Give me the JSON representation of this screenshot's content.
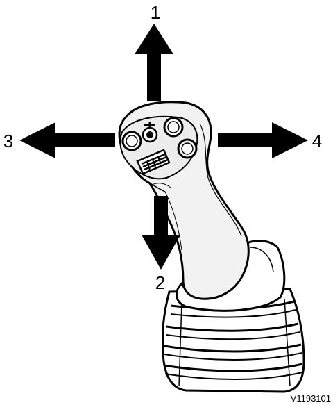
{
  "figure": {
    "labels": {
      "up": "1",
      "down": "2",
      "left": "3",
      "right": "4"
    },
    "reference_code": "V1193101",
    "colors": {
      "arrow": "#000000",
      "outline": "#000000",
      "handle_fill": "#f2f2f2",
      "boot_fill": "#ffffff"
    }
  }
}
